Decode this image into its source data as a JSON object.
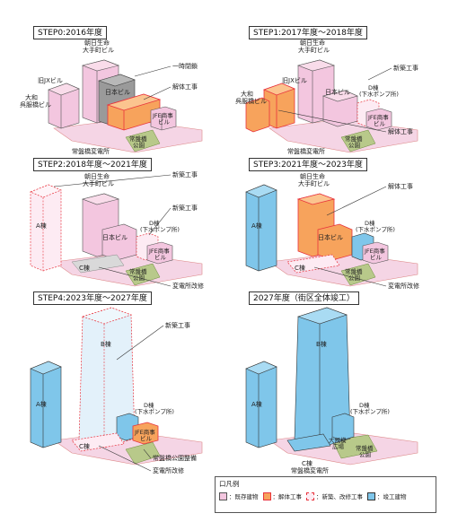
{
  "panels": [
    {
      "title": "STEP0:2016年度",
      "labels": {
        "asahi": "朝日生命\n大手町ビル",
        "jx": "旧JXビル",
        "daiwa": "大和\n呉服橋ビル",
        "nihon": "日本ビル",
        "jfe": "JFE商事\nビル",
        "park": "常盤橋\n公園",
        "substation": "常盤橋変電所",
        "closure": "一時閉鎖",
        "demolition": "解体工事"
      }
    },
    {
      "title": "STEP1:2017年度～2018年度",
      "labels": {
        "asahi": "朝日生命\n大手町ビル",
        "jx": "旧JXビル",
        "daiwa": "大和\n呉服橋ビル",
        "nihon": "日本ビル",
        "dbldg": "D棟\n(下水ポンプ所)",
        "jfe": "JFE商事\nビル",
        "park": "常盤橋\n公園",
        "substation": "常盤橋変電所",
        "newbuild": "新築工事",
        "demolition": "解体工事"
      }
    },
    {
      "title": "STEP2:2018年度～2021年度",
      "labels": {
        "asahi": "朝日生命\n大手町ビル",
        "abldg": "A棟",
        "nihon": "日本ビル",
        "dbldg": "D棟\n(下水ポンプ所)",
        "jfe": "JFE商事\nビル",
        "park": "常盤橋\n公園",
        "cbldg": "C棟",
        "newbuild1": "新築工事",
        "newbuild2": "新築工事",
        "substation_mod": "変電所改修"
      }
    },
    {
      "title": "STEP3:2021年度～2023年度",
      "labels": {
        "asahi": "朝日生命\n大手町ビル",
        "abldg": "A棟",
        "nihon": "日本ビル",
        "dbldg": "D棟\n(下水ポンプ所)",
        "jfe": "JFE商事\nビル",
        "park": "常盤橋\n公園",
        "cbldg": "C棟",
        "demolition": "解体工事",
        "substation_mod": "変電所改修"
      }
    },
    {
      "title": "STEP4:2023年度～2027年度",
      "labels": {
        "bbldg": "B棟",
        "abldg": "A棟",
        "dbldg": "D棟\n(下水ポンプ所)",
        "jfe": "JFE商事\nビル",
        "cbldg": "C棟",
        "newbuild": "新築工事",
        "park_mod": "常盤橋公園整備",
        "substation_mod": "変電所改修"
      }
    },
    {
      "title": "2027年度（街区全体竣工）",
      "labels": {
        "bbldg": "B棟",
        "abldg": "A棟",
        "dbldg": "D棟\n(下水ポンプ所)",
        "plaza": "大規模\n広場",
        "park": "常盤橋\n公園",
        "cbldg": "C棟\n常盤橋変電所"
      }
    }
  ],
  "legend": {
    "title": "凡例",
    "items": [
      {
        "label": "：既存建物",
        "color": "#f3c6df"
      },
      {
        "label": "：解体工事",
        "color": "#f7a35c"
      },
      {
        "label": "：新築、改修工事",
        "color": "#fde8f0"
      },
      {
        "label": "：竣工建物",
        "color": "#7fc6ea"
      }
    ]
  },
  "colors": {
    "existing": "#f3c6df",
    "demolition": "#f7a35c",
    "new": "#fdebf3",
    "complete": "#7fc6ea",
    "closed": "#9a9a9a",
    "red": "#e8323c"
  }
}
